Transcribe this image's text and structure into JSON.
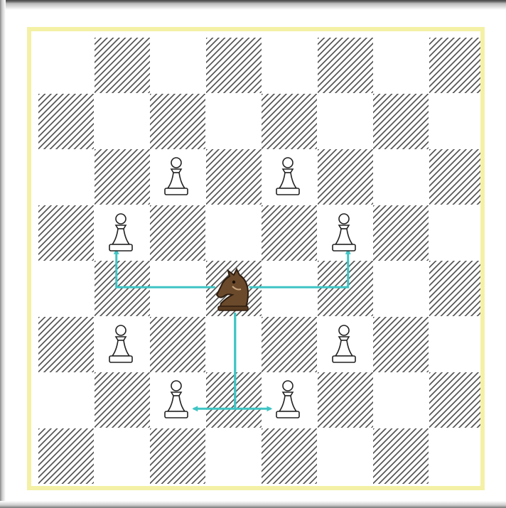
{
  "board": {
    "files": 8,
    "ranks": 8,
    "frame_color": "#f4f1a6",
    "dark_square_style": "diagonal hatching",
    "light_square_color": "#ffffff"
  },
  "pieces": [
    {
      "type": "knight",
      "color": "black",
      "square": "d4",
      "icon": "black-knight-icon"
    },
    {
      "type": "pawn",
      "color": "white",
      "square": "c6",
      "icon": "white-pawn-icon"
    },
    {
      "type": "pawn",
      "color": "white",
      "square": "e6",
      "icon": "white-pawn-icon"
    },
    {
      "type": "pawn",
      "color": "white",
      "square": "b5",
      "icon": "white-pawn-icon"
    },
    {
      "type": "pawn",
      "color": "white",
      "square": "f5",
      "icon": "white-pawn-icon"
    },
    {
      "type": "pawn",
      "color": "white",
      "square": "b3",
      "icon": "white-pawn-icon"
    },
    {
      "type": "pawn",
      "color": "white",
      "square": "f3",
      "icon": "white-pawn-icon"
    },
    {
      "type": "pawn",
      "color": "white",
      "square": "c2",
      "icon": "white-pawn-icon"
    },
    {
      "type": "pawn",
      "color": "white",
      "square": "e2",
      "icon": "white-pawn-icon"
    }
  ],
  "move_arrows": {
    "color": "#3fc4c4",
    "paths": [
      {
        "from": "d4",
        "to": "b5",
        "via": "b4"
      },
      {
        "from": "d4",
        "to": "f5",
        "via": "f4"
      },
      {
        "from": "d4",
        "to": "c2",
        "via": "d2"
      },
      {
        "from": "d4",
        "to": "e2",
        "via": "d2"
      }
    ]
  }
}
